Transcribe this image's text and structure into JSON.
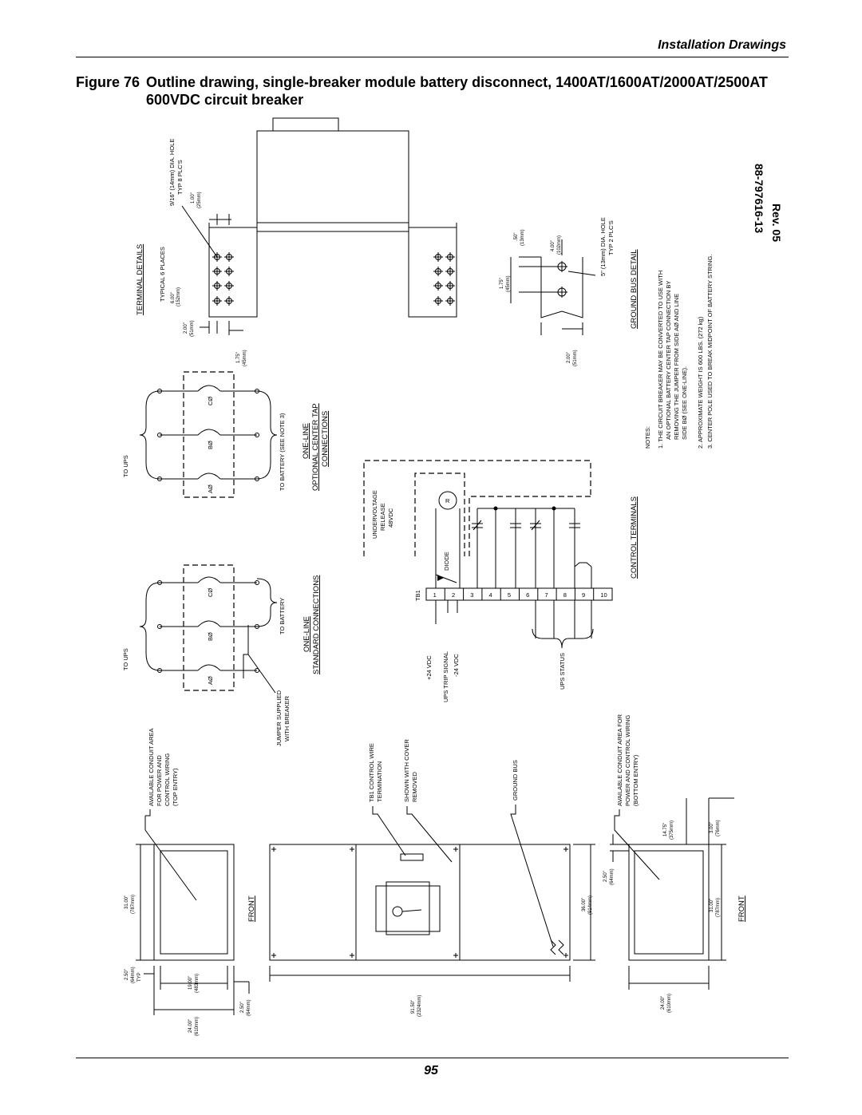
{
  "header": {
    "section_title": "Installation Drawings"
  },
  "figure": {
    "label": "Figure 76",
    "caption_line1": "Outline drawing, single-breaker module battery disconnect, 1400AT/1600AT/2000AT/2500AT",
    "caption_line2": "600VDC circuit breaker"
  },
  "drawing": {
    "drawing_number": "88-797616-13",
    "revision": "Rev. 05",
    "terminal_details": {
      "title": "TERMINAL DETAILS",
      "hole_note_1": "9/16\" (14mm) DIA. HOLE",
      "hole_note_2": "TYP 8 PLC'S",
      "dim_100": "1.00\"",
      "dim_100_mm": "(25mm)",
      "typical": "TYPICAL 6 PLACES",
      "dim_600": "6.00\"",
      "dim_600_mm": "(152mm)",
      "dim_200": "2.00\"",
      "dim_200_mm": "(51mm)",
      "dim_175": "1.75\"",
      "dim_175_mm": "(45mm)"
    },
    "ground_bus_detail": {
      "title": "GROUND BUS DETAIL",
      "dim_050": ".50\"",
      "dim_050_mm": "(13mm)",
      "dim_400": "4.00\"",
      "dim_400_mm": "(102mm)",
      "hole_note_1": "5\" (13mm) DIA. HOLE",
      "hole_note_2": "TYP 2 PLC'S",
      "dim_175": "1.75\"",
      "dim_175_mm": "(45mm)",
      "dim_200": "2.00\"",
      "dim_200_mm": "(51mm)"
    },
    "notes": {
      "title": "NOTES:",
      "n1a": "1.  THE CIRCUIT BREAKER MAY BE CONVERTED TO USE WITH",
      "n1b": "AN OPTIONAL BATTERY CENTER TAP CONNECTION BY",
      "n1c": "REMOVING THE JUMPER FROM SIDE AØ AND LINE",
      "n1d": "SIDE BØ (SEE ONE-LINE).",
      "n2": "2.  APPROXIMATE WEIGHT IS 600 LBS. (272 kg)",
      "n3": "3.  CENTER POLE USED TO BREAK MIDPOINT OF BATTERY STRING."
    },
    "one_line_optional": {
      "title1": "ONE-LINE",
      "title2": "OPTIONAL CENTER TAP",
      "title3": "CONNECTIONS",
      "to_ups": "TO UPS",
      "to_battery": "TO BATTERY (SEE NOTE 3)",
      "pole_a": "AØ",
      "pole_b": "BØ",
      "pole_c": "CØ"
    },
    "one_line_standard": {
      "title1": "ONE-LINE",
      "title2": "STANDARD CONNECTIONS",
      "to_ups": "TO UPS",
      "to_battery": "TO BATTERY",
      "pole_a": "AØ",
      "pole_b": "BØ",
      "pole_c": "CØ",
      "jumper_1": "JUMPER SUPPLIED",
      "jumper_2": "WITH BREAKER"
    },
    "control_terminals": {
      "title": "CONTROL TERMINALS",
      "uv_1": "UNDERVOLTAGE",
      "uv_2": "RELEASE",
      "uv_3": "48VDC",
      "relay": "R",
      "diode": "DIODE",
      "tb1": "TB1",
      "terminals": [
        "1",
        "2",
        "3",
        "4",
        "5",
        "6",
        "7",
        "8",
        "9",
        "10"
      ],
      "plus24": "+24 VDC",
      "trip": "UPS TRIP SIGNAL",
      "minus24": "-24 VDC",
      "status": "UPS STATUS"
    },
    "callouts": {
      "top_conduit_1": "AVAILABLE CONDUIT AREA",
      "top_conduit_2": "FOR POWER AND",
      "top_conduit_3": "CONTROL WIRING",
      "top_conduit_4": "(TOP ENTRY)",
      "tb1_1": "TB1 CONTROL WIRE",
      "tb1_2": "TERMINATION",
      "cover_1": "SHOWN WITH COVER",
      "cover_2": "REMOVED",
      "ground_bus": "GROUND BUS",
      "bottom_conduit_1": "AVAILABLE CONDUIT AREA FOR",
      "bottom_conduit_2": "POWER AND CONTROL WIRING",
      "bottom_conduit_3": "(BOTTOM ENTRY)"
    },
    "dimensions": {
      "d_31_a": "31.00\"",
      "d_31_a_mm": "(787mm)",
      "d_250_a": "2.50\"",
      "d_250_a_mm": "(64mm)",
      "d_typ": "TYP",
      "d_19": "19.00\"",
      "d_19_mm": "(483mm)",
      "d_24_a": "24.00\"",
      "d_24_a_mm": "(610mm)",
      "d_250_b": "2.50\"",
      "d_250_b_mm": "(64mm)",
      "d_915": "91.50\"",
      "d_915_mm": "(2324mm)",
      "d_36": "36.00\"",
      "d_36_mm": "(914mm)",
      "d_250_c": "2.50\"",
      "d_250_c_mm": "(64mm)",
      "d_1475": "14.75\"",
      "d_1475_mm": "(375mm)",
      "d_300": "3.00\"",
      "d_300_mm": "(76mm)",
      "d_31_b": "31.00\"",
      "d_31_b_mm": "(787mm)",
      "d_24_b": "24.00\"",
      "d_24_b_mm": "(610mm)"
    },
    "front_label": "FRONT"
  },
  "page_number": "95"
}
